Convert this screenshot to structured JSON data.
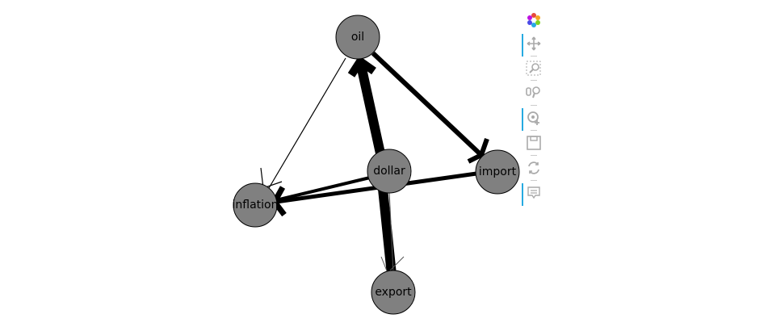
{
  "nodes": [
    {
      "id": "oil",
      "label": "oil"
    },
    {
      "id": "dollar",
      "label": "dollar"
    },
    {
      "id": "import",
      "label": "import"
    },
    {
      "id": "inflation",
      "label": "inflation"
    },
    {
      "id": "export",
      "label": "export"
    }
  ],
  "edges": [
    {
      "source": "oil",
      "target": "inflation",
      "weight": "thin"
    },
    {
      "source": "oil",
      "target": "import",
      "weight": "thick"
    },
    {
      "source": "dollar",
      "target": "oil",
      "weight": "very-thick"
    },
    {
      "source": "dollar",
      "target": "export",
      "weight": "very-thick"
    },
    {
      "source": "dollar",
      "target": "export",
      "weight": "hairline"
    },
    {
      "source": "dollar",
      "target": "inflation",
      "weight": "medium"
    },
    {
      "source": "import",
      "target": "inflation",
      "weight": "thick"
    }
  ],
  "colors": {
    "node_fill": "#808080",
    "edge": "#000000",
    "toolbar_active": "#26aae1",
    "toolbar_icon": "#aaaaaa"
  },
  "toolbar": {
    "tools": [
      {
        "name": "bokeh-logo",
        "active": false
      },
      {
        "name": "pan-tool",
        "active": true
      },
      {
        "name": "box-zoom-tool",
        "active": false
      },
      {
        "name": "zoom-tool",
        "active": false
      },
      {
        "name": "wheel-zoom-tool",
        "active": true
      },
      {
        "name": "save-tool",
        "active": false
      },
      {
        "name": "reset-tool",
        "active": false
      },
      {
        "name": "hover-tool",
        "active": true
      }
    ]
  }
}
